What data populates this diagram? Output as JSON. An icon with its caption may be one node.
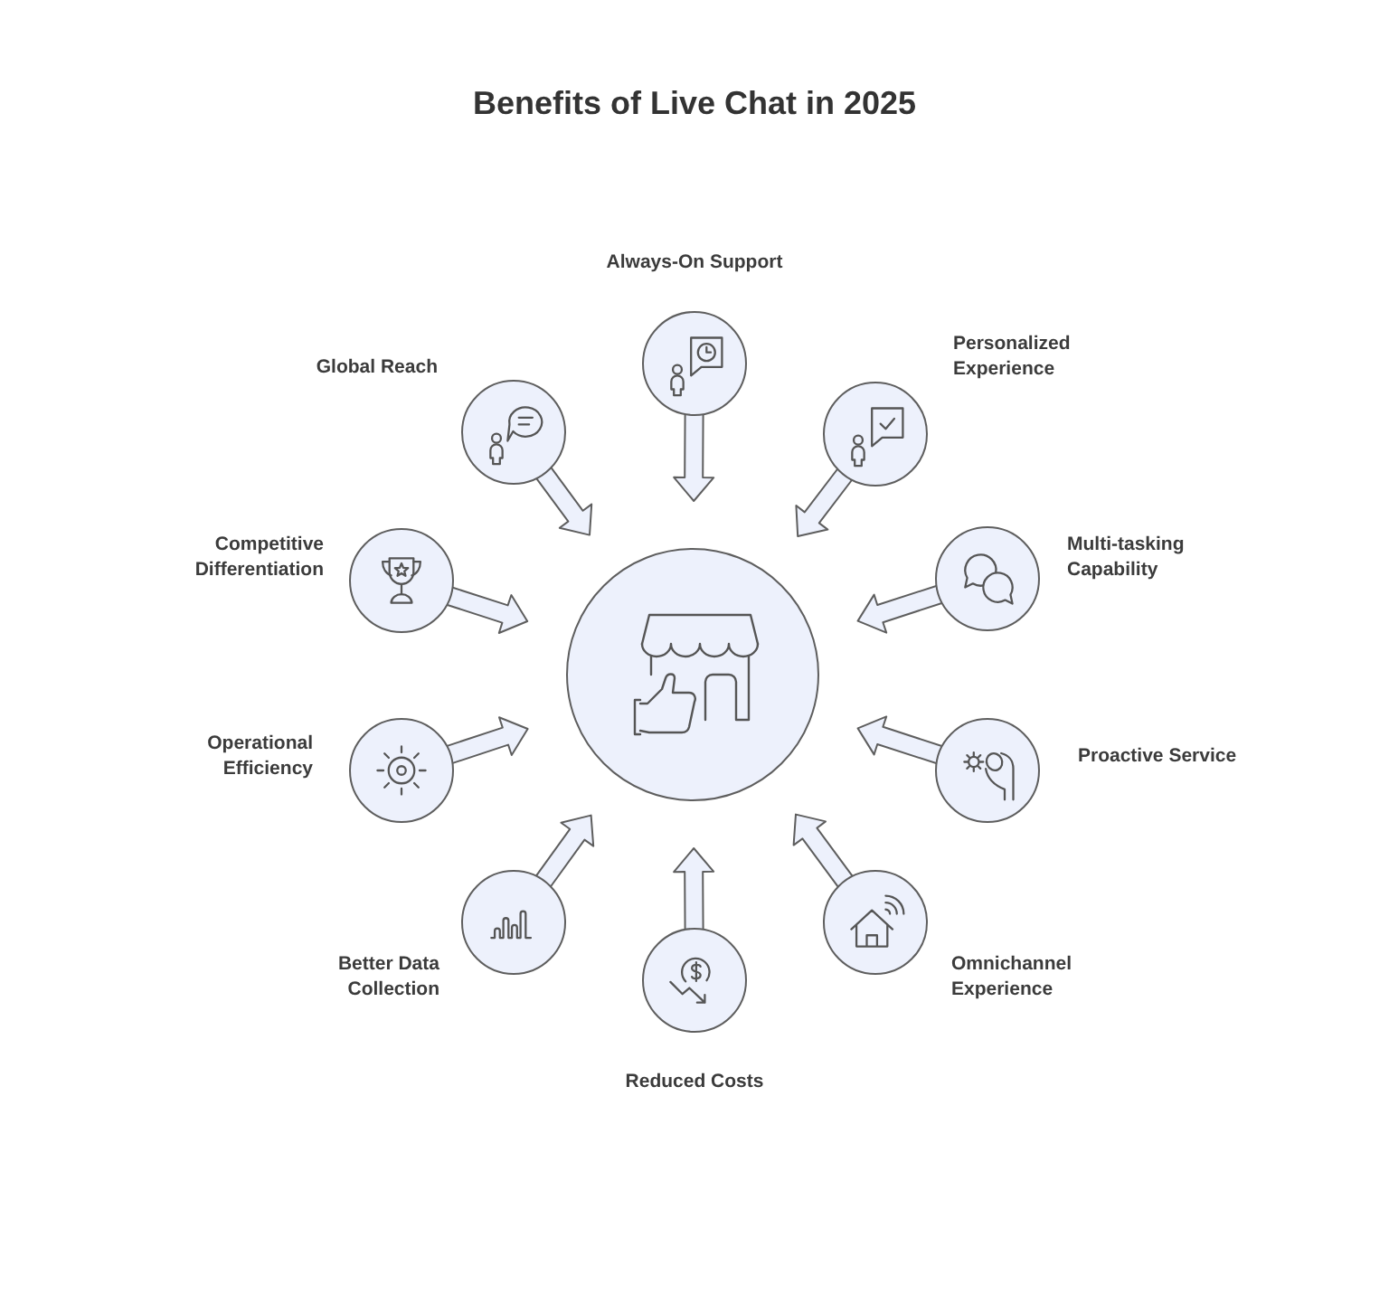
{
  "diagram": {
    "title": "Benefits of Live Chat in 2025",
    "nodes": [
      {
        "text": [
          "Always-On Support"
        ]
      },
      {
        "text": [
          "Global Reach"
        ]
      },
      {
        "text": [
          "Personalized Experience"
        ]
      },
      {
        "text": [
          "Competitive Differentiation"
        ]
      },
      {
        "text": [
          "Multi-tasking Capability"
        ]
      },
      {
        "text": [],
        "shape": "circle"
      },
      {
        "text": [
          "Operational Efficiency"
        ]
      },
      {
        "text": [
          "Proactive Service"
        ]
      },
      {
        "text": [
          "Better Data Collection"
        ]
      },
      {
        "text": [
          "Omnichannel Experience"
        ]
      },
      {
        "text": [
          "Reduced Costs"
        ]
      }
    ],
    "edges": [
      {
        "from": 0,
        "to": 5,
        "arrow": "to"
      },
      {
        "from": 1,
        "to": 5,
        "arrow": "to"
      },
      {
        "from": 2,
        "to": 5,
        "arrow": "to"
      },
      {
        "from": 3,
        "to": 5,
        "arrow": "to"
      },
      {
        "from": 4,
        "to": 5,
        "arrow": "to"
      },
      {
        "from": 6,
        "to": 5,
        "arrow": "to"
      },
      {
        "from": 7,
        "to": 5,
        "arrow": "to"
      },
      {
        "from": 8,
        "to": 5,
        "arrow": "to"
      },
      {
        "from": 9,
        "to": 5,
        "arrow": "to"
      },
      {
        "from": 10,
        "to": 5,
        "arrow": "to"
      }
    ]
  }
}
